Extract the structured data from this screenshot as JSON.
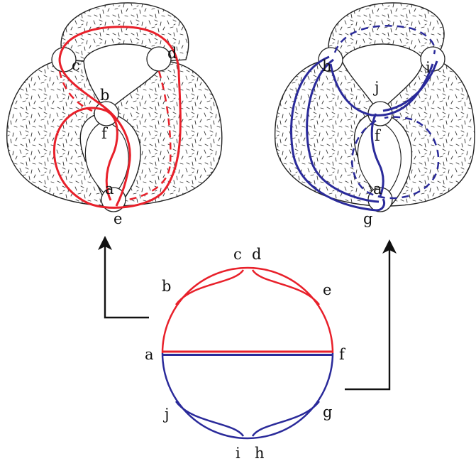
{
  "colors": {
    "red": "#e8202a",
    "blue": "#2a2a9a",
    "outline": "#222222",
    "stipple": "#333333",
    "arrow": "#111111"
  },
  "left_surface": {
    "labels": {
      "c": "c",
      "d": "d",
      "b": "b",
      "f": "f",
      "a": "a",
      "e": "e"
    }
  },
  "right_surface": {
    "labels": {
      "h": "h",
      "i": "i",
      "j": "j",
      "f": "f",
      "a": "a",
      "g": "g"
    }
  },
  "chord_diagram": {
    "labels": {
      "a": "a",
      "b": "b",
      "c": "c",
      "d": "d",
      "e": "e",
      "f": "f",
      "g": "g",
      "h": "h",
      "i": "i",
      "j": "j"
    }
  }
}
